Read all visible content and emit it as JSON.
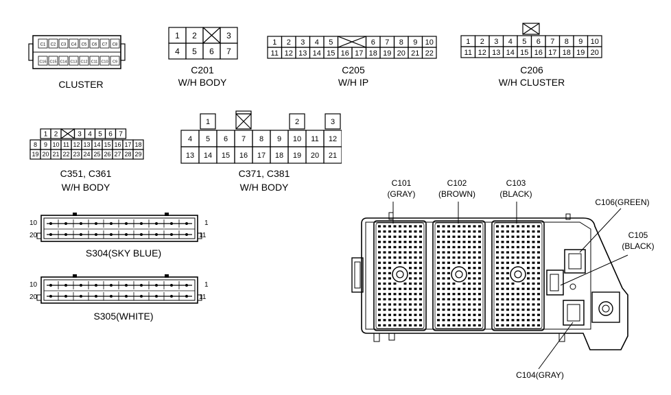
{
  "connectors": {
    "cluster": {
      "label": "CLUSTER",
      "top_pins": [
        "C1",
        "C2",
        "C3",
        "C4",
        "C5",
        "C6",
        "C7",
        "C8"
      ],
      "bottom_pins": [
        "C16",
        "C15",
        "C14",
        "C13",
        "C12",
        "C11",
        "C10",
        "C9"
      ]
    },
    "c201": {
      "name": "C201",
      "label": "W/H BODY",
      "row1": [
        "1",
        "2",
        "",
        "3"
      ],
      "row2": [
        "4",
        "5",
        "6",
        "7"
      ]
    },
    "c205": {
      "name": "C205",
      "label": "W/H IP",
      "row1": [
        "1",
        "2",
        "3",
        "4",
        "5",
        "",
        "",
        "6",
        "7",
        "8",
        "9",
        "10"
      ],
      "row2": [
        "11",
        "12",
        "13",
        "14",
        "15",
        "16",
        "17",
        "18",
        "19",
        "20",
        "21",
        "22"
      ]
    },
    "c206": {
      "name": "C206",
      "label": "W/H CLUSTER",
      "row1": [
        "1",
        "2",
        "3",
        "4",
        "5",
        "6",
        "7",
        "8",
        "9",
        "10"
      ],
      "row2": [
        "11",
        "12",
        "13",
        "14",
        "15",
        "16",
        "17",
        "18",
        "19",
        "20"
      ]
    },
    "c351": {
      "name": "C351, C361",
      "label": "W/H BODY",
      "row1": [
        "1",
        "2",
        "",
        "3",
        "4",
        "5",
        "6",
        "7"
      ],
      "row2": [
        "8",
        "9",
        "10",
        "11",
        "12",
        "13",
        "14",
        "15",
        "16",
        "17",
        "18"
      ],
      "row3": [
        "19",
        "20",
        "21",
        "22",
        "23",
        "24",
        "25",
        "26",
        "27",
        "28",
        "29"
      ]
    },
    "c371": {
      "name": "C371, C381",
      "label": "W/H BODY",
      "top": [
        "1",
        "",
        "2",
        "3"
      ],
      "row2": [
        "4",
        "5",
        "6",
        "7",
        "8",
        "9",
        "10",
        "11",
        "12"
      ],
      "row3": [
        "13",
        "14",
        "15",
        "16",
        "17",
        "18",
        "19",
        "20",
        "21"
      ]
    },
    "s304": {
      "label": "S304(SKY BLUE)",
      "left_top": "10",
      "left_bottom": "20",
      "right_top": "1",
      "right_bottom": "11"
    },
    "s305": {
      "label": "S305(WHITE)",
      "left_top": "10",
      "left_bottom": "20",
      "right_top": "1",
      "right_bottom": "11"
    }
  },
  "junction_block": {
    "c101": {
      "name": "C101",
      "color": "(GRAY)"
    },
    "c102": {
      "name": "C102",
      "color": "(BROWN)"
    },
    "c103": {
      "name": "C103",
      "color": "(BLACK)"
    },
    "c106": "C106(GREEN)",
    "c105": {
      "name": "C105",
      "color": "(BLACK)"
    },
    "c104": "C104(GRAY)"
  }
}
